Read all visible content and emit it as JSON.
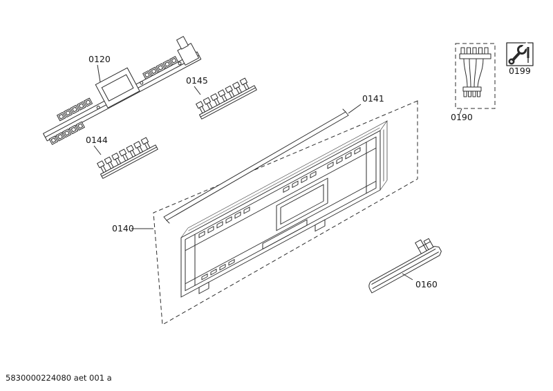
{
  "labels": {
    "l0120": "0120",
    "l0140": "0140",
    "l0141": "0141",
    "l0144": "0144",
    "l0145": "0145",
    "l0160": "0160",
    "l0190": "0190",
    "l0199": "0199"
  },
  "footer": {
    "doc_ref": "5830000224080 aet 001 a"
  }
}
